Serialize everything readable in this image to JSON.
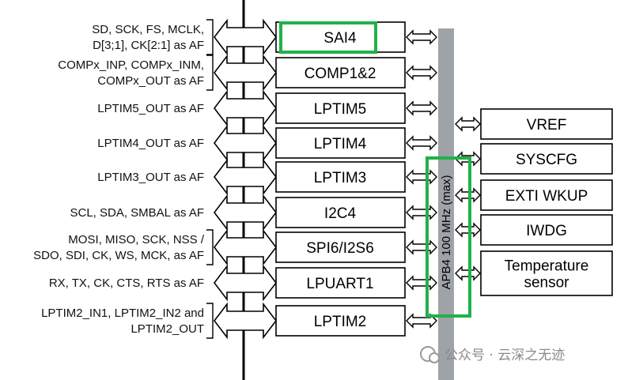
{
  "left_blocks": [
    {
      "id": "sai4",
      "label": "SAI4",
      "signals": [
        "SD, SCK, FS, MCLK,",
        "D[3;1], CK[2:1] as AF"
      ],
      "highlight": true
    },
    {
      "id": "comp",
      "label": "COMP1&2",
      "signals": [
        "COMPx_INP, COMPx_INM,",
        "COMPx_OUT as AF"
      ]
    },
    {
      "id": "lptim5",
      "label": "LPTIM5",
      "signals": [
        "LPTIM5_OUT as AF"
      ]
    },
    {
      "id": "lptim4",
      "label": "LPTIM4",
      "signals": [
        "LPTIM4_OUT as AF"
      ]
    },
    {
      "id": "lptim3",
      "label": "LPTIM3",
      "signals": [
        "LPTIM3_OUT as AF"
      ]
    },
    {
      "id": "i2c4",
      "label": "I2C4",
      "signals": [
        "SCL, SDA, SMBAL as AF"
      ]
    },
    {
      "id": "spi6",
      "label": "SPI6/I2S6",
      "signals": [
        "MOSI, MISO, SCK, NSS /",
        "SDO, SDI, CK, WS, MCK, as AF"
      ]
    },
    {
      "id": "lpuart1",
      "label": "LPUART1",
      "signals": [
        "RX, TX, CK, CTS, RTS as AF"
      ]
    },
    {
      "id": "lptim2",
      "label": "LPTIM2",
      "signals": [
        "LPTIM2_IN1, LPTIM2_IN2 and",
        "LPTIM2_OUT"
      ]
    }
  ],
  "right_blocks": [
    {
      "id": "vref",
      "label": [
        "VREF"
      ]
    },
    {
      "id": "syscfg",
      "label": [
        "SYSCFG"
      ]
    },
    {
      "id": "exti",
      "label": [
        "EXTI WKUP"
      ]
    },
    {
      "id": "iwdg",
      "label": [
        "IWDG"
      ]
    },
    {
      "id": "temp",
      "label": [
        "Temperature",
        "sensor"
      ]
    }
  ],
  "bus": {
    "label": "APB4 100 MHz (max)",
    "highlight": true
  },
  "watermark": "公众号 · 云深之无迹",
  "colors": {
    "highlight": "#22b04b",
    "bus": "#9fa3a8",
    "line": "#000000",
    "watermark": "#8a8a8a"
  }
}
